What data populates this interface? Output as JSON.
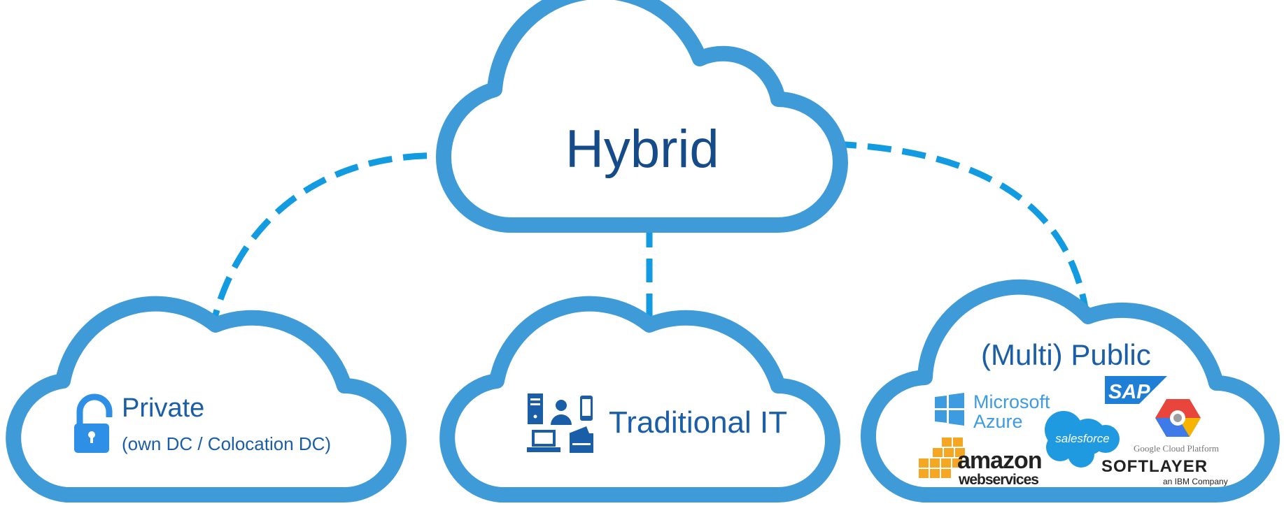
{
  "hybrid": {
    "label": "Hybrid"
  },
  "private": {
    "label": "Private",
    "sublabel": "(own DC / Colocation DC)",
    "icon": "lock-icon"
  },
  "traditional": {
    "label": "Traditional IT",
    "icons": [
      "server-icon",
      "user-icon",
      "mobile-icon",
      "laptop-icon",
      "printer-icon"
    ]
  },
  "public": {
    "label": "(Multi) Public",
    "providers": {
      "azure": {
        "line1": "Microsoft",
        "line2": "Azure"
      },
      "sap": {
        "label": "SAP"
      },
      "salesforce": {
        "label": "salesforce"
      },
      "google": {
        "label": "Google Cloud Platform"
      },
      "amazon": {
        "line1": "amazon",
        "line2": "webservices"
      },
      "softlayer": {
        "line1": "SOFTLAYER",
        "line2": "an IBM Company"
      }
    }
  },
  "colors": {
    "cloud_stroke": "#3f9bd8",
    "connector": "#129be0",
    "text": "#1a5ea8",
    "icon": "#1a5ea8",
    "lock": "#2e8fe6"
  }
}
